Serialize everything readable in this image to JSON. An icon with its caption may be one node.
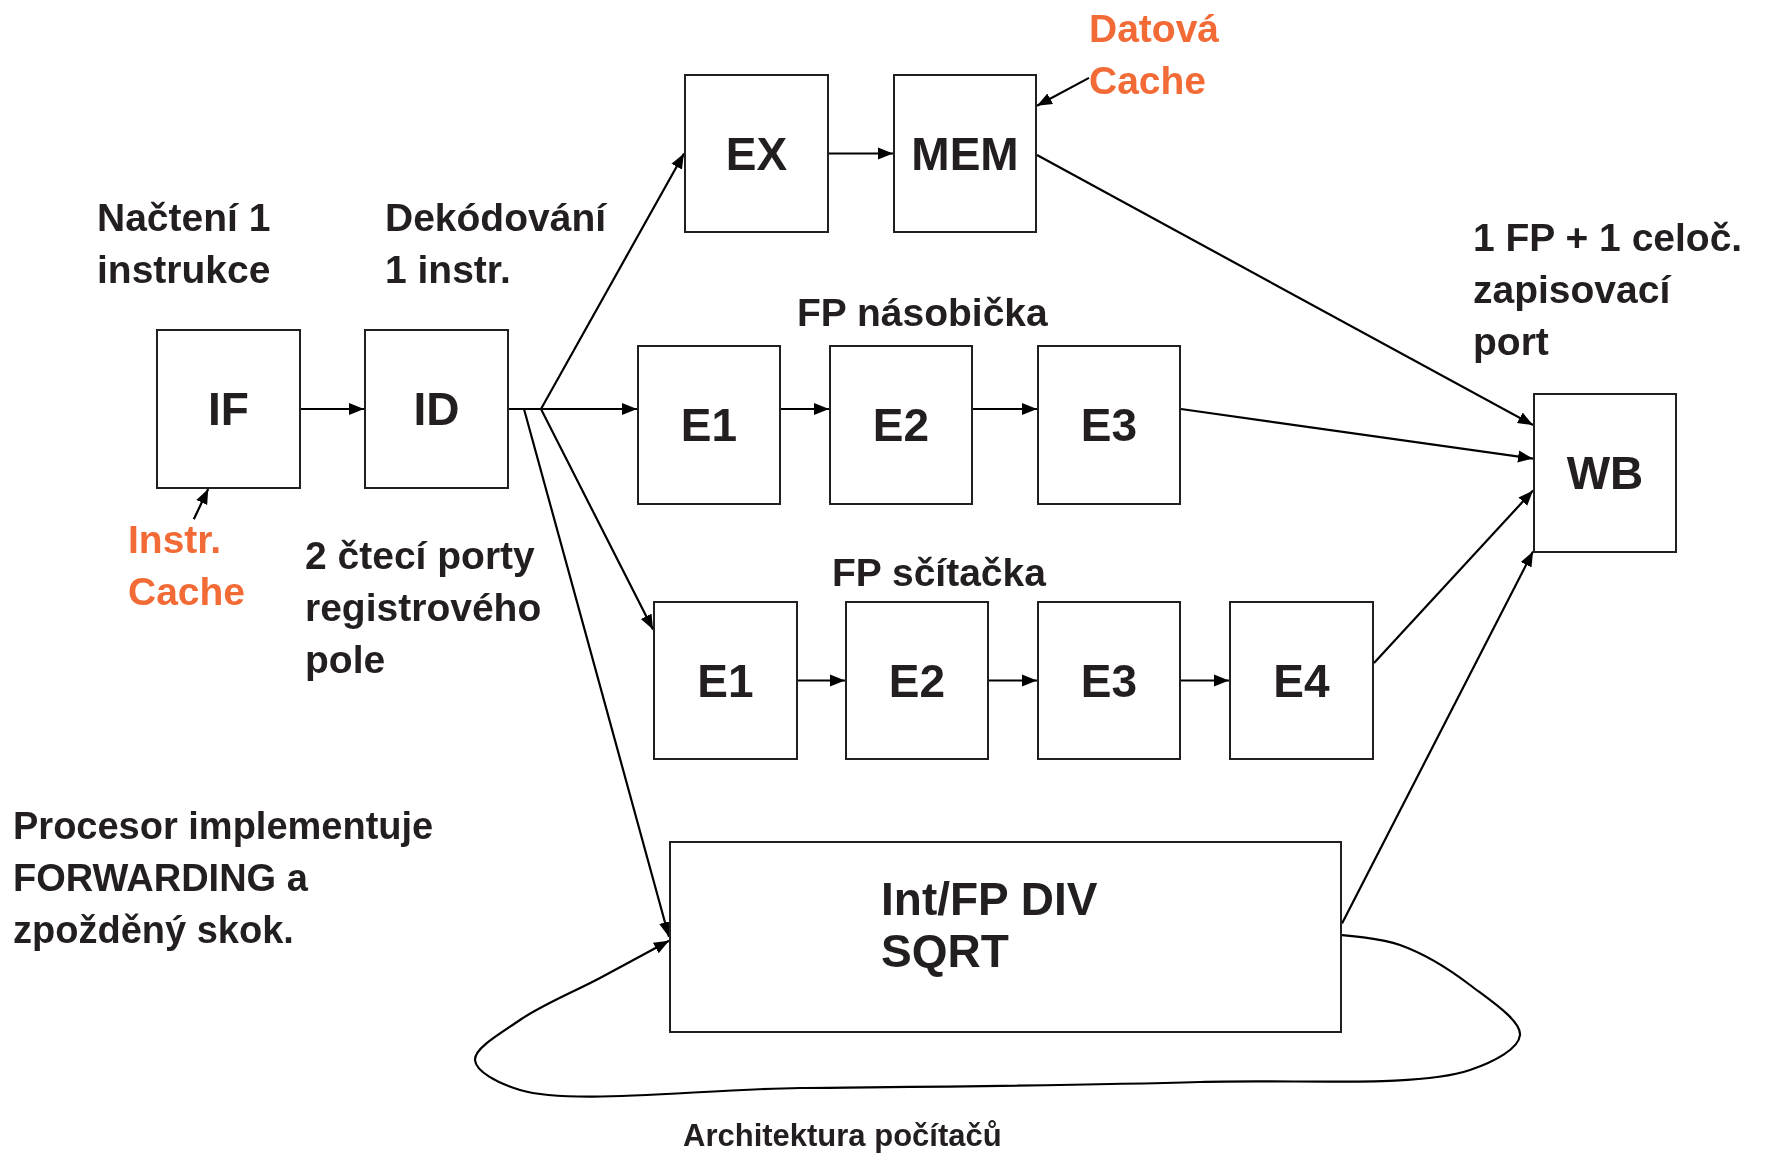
{
  "diagram": {
    "caption": "Architektura počítačů",
    "nodes": [
      {
        "text": [
          "IF"
        ],
        "beside": [
          "Načtení 1 instrukce"
        ]
      },
      {
        "text": [
          "ID"
        ],
        "beside": [
          "Dekódování 1 instr.",
          "2 čtecí porty registrového pole"
        ]
      },
      {
        "text": [
          "EX"
        ]
      },
      {
        "text": [
          "MEM"
        ]
      },
      {
        "text": [
          "E1"
        ]
      },
      {
        "text": [
          "E2"
        ]
      },
      {
        "text": [
          "E3"
        ]
      },
      {
        "text": [
          "E1"
        ]
      },
      {
        "text": [
          "E2"
        ]
      },
      {
        "text": [
          "E3"
        ]
      },
      {
        "text": [
          "E4"
        ]
      },
      {
        "text": [
          "Int/FP DIV SQRT"
        ]
      },
      {
        "text": [
          "WB"
        ],
        "beside": [
          "1 FP + 1 celoč. zapisovací port"
        ]
      },
      {
        "text": [
          "Instr. Cache"
        ]
      },
      {
        "text": [
          "Datová Cache"
        ]
      }
    ],
    "edges": [
      {
        "from": 0,
        "to": 1,
        "arrow": "to"
      },
      {
        "from": 1,
        "to": 2,
        "arrow": "to"
      },
      {
        "from": 1,
        "to": 4,
        "arrow": "to"
      },
      {
        "from": 1,
        "to": 7,
        "arrow": "to"
      },
      {
        "from": 1,
        "to": 11,
        "arrow": "to"
      },
      {
        "from": 2,
        "to": 3,
        "arrow": "to"
      },
      {
        "from": 4,
        "to": 5,
        "arrow": "to"
      },
      {
        "from": 5,
        "to": 6,
        "arrow": "to"
      },
      {
        "from": 7,
        "to": 8,
        "arrow": "to"
      },
      {
        "from": 8,
        "to": 9,
        "arrow": "to"
      },
      {
        "from": 9,
        "to": 10,
        "arrow": "to"
      },
      {
        "from": 3,
        "to": 12,
        "arrow": "to"
      },
      {
        "from": 6,
        "to": 12,
        "arrow": "to"
      },
      {
        "from": 10,
        "to": 12,
        "arrow": "to"
      },
      {
        "from": 11,
        "to": 12,
        "arrow": "to"
      },
      {
        "from": 11,
        "to": 11,
        "arrow": "to"
      },
      {
        "from": 13,
        "to": 0,
        "arrow": "to"
      },
      {
        "from": 14,
        "to": 3,
        "arrow": "to"
      }
    ],
    "labels": [
      "FP násobička",
      "FP sčítačka",
      "Procesor implementuje FORWARDING a zpožděný skok."
    ]
  }
}
